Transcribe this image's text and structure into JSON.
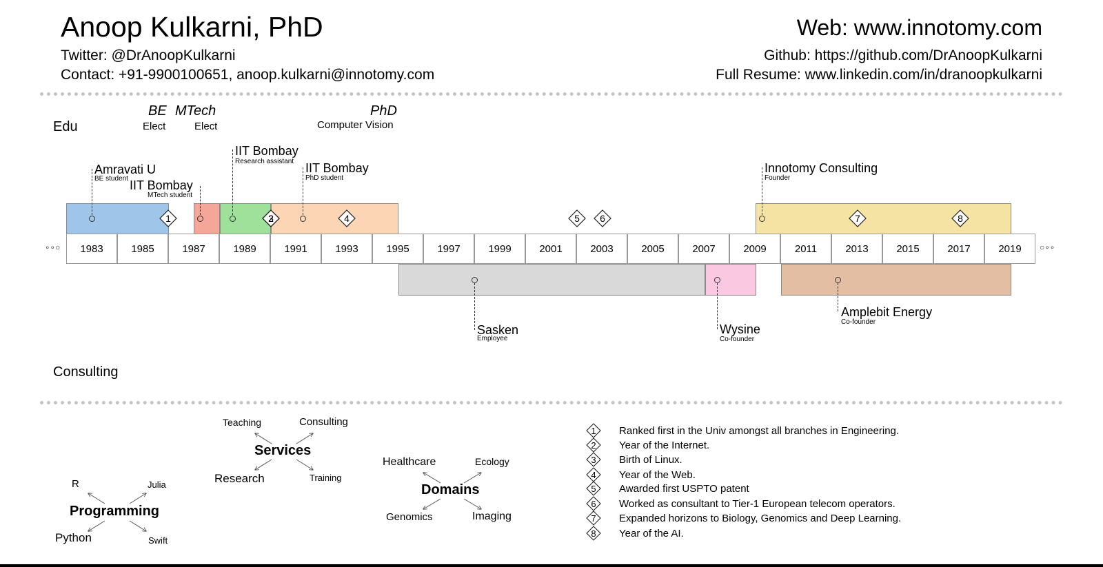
{
  "header": {
    "name": "Anoop Kulkarni, PhD",
    "twitter": "Twitter: @DrAnoopKulkarni",
    "contact": "Contact: +91-9900100651, anoop.kulkarni@innotomy.com",
    "web": "Web: www.innotomy.com",
    "github": "Github: https://github.com/DrAnoopKulkarni",
    "resume": "Full Resume: www.linkedin.com/in/dranoopkulkarni"
  },
  "sections": {
    "edu": "Edu",
    "consulting": "Consulting"
  },
  "education": {
    "be": {
      "degree": "BE",
      "field": "Elect"
    },
    "mtech": {
      "degree": "MTech",
      "field": "Elect"
    },
    "phd": {
      "degree": "PhD",
      "field": "Computer Vision"
    }
  },
  "timeline": {
    "years": [
      "1983",
      "1985",
      "1987",
      "1989",
      "1991",
      "1993",
      "1995",
      "1997",
      "1999",
      "2001",
      "2003",
      "2005",
      "2007",
      "2009",
      "2011",
      "2013",
      "2015",
      "2017",
      "2019"
    ],
    "above": [
      {
        "label": "Amravati U",
        "role": "BE student",
        "color": "#9fc5e8"
      },
      {
        "label": "IIT Bombay",
        "role": "MTech student",
        "color": "#f4a698"
      },
      {
        "label": "IIT Bombay",
        "role": "Research assistant",
        "color": "#9fe09a"
      },
      {
        "label": "IIT Bombay",
        "role": "PhD student",
        "color": "#fcd5b5"
      },
      {
        "label": "Innotomy Consulting",
        "role": "Founder",
        "color": "#f5e3a3"
      }
    ],
    "below": [
      {
        "label": "Sasken",
        "role": "Employee",
        "color": "#d9d9d9"
      },
      {
        "label": "Wysine",
        "role": "Co-founder",
        "color": "#fbc8e2"
      },
      {
        "label": "Amplebit Energy",
        "role": "Co-founder",
        "color": "#e3bea2"
      }
    ],
    "markers": [
      "1",
      "2",
      "3",
      "4",
      "5",
      "6",
      "7",
      "8"
    ]
  },
  "legend": [
    {
      "num": "1",
      "text": "Ranked first in the Univ amongst all branches in Engineering."
    },
    {
      "num": "2",
      "text": "Year of the Internet."
    },
    {
      "num": "3",
      "text": "Birth of Linux."
    },
    {
      "num": "4",
      "text": "Year of the Web."
    },
    {
      "num": "5",
      "text": "Awarded first USPTO patent"
    },
    {
      "num": "6",
      "text": "Worked as consultant to Tier-1 European telecom operators."
    },
    {
      "num": "7",
      "text": "Expanded horizons to Biology, Genomics and Deep Learning."
    },
    {
      "num": "8",
      "text": "Year of the AI."
    }
  ],
  "skills": {
    "programming": {
      "hub": "Programming",
      "items": [
        "R",
        "Julia",
        "Python",
        "Swift"
      ]
    },
    "services": {
      "hub": "Services",
      "items": [
        "Teaching",
        "Consulting",
        "Research",
        "Training"
      ]
    },
    "domains": {
      "hub": "Domains",
      "items": [
        "Healthcare",
        "Ecology",
        "Genomics",
        "Imaging"
      ]
    }
  }
}
